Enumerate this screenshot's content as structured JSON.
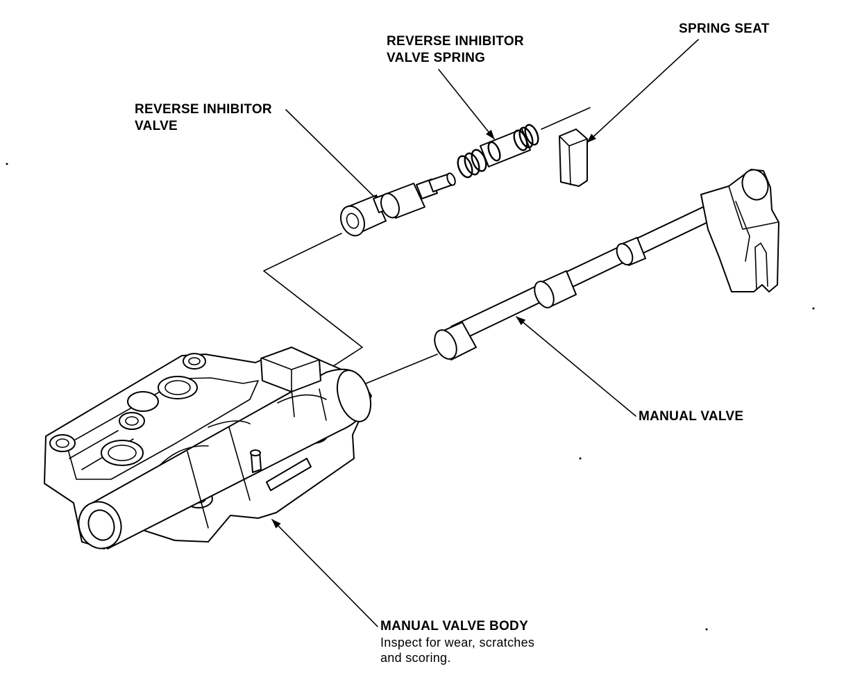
{
  "labels": {
    "reverse_inhibitor_valve_spring": [
      "REVERSE INHIBITOR",
      "VALVE SPRING"
    ],
    "spring_seat": "SPRING SEAT",
    "reverse_inhibitor_valve": [
      "REVERSE INHIBITOR",
      "VALVE"
    ],
    "manual_valve": "MANUAL VALVE",
    "manual_valve_body": "MANUAL VALVE BODY",
    "manual_valve_body_note": [
      "Inspect for wear, scratches",
      "and scoring."
    ]
  }
}
